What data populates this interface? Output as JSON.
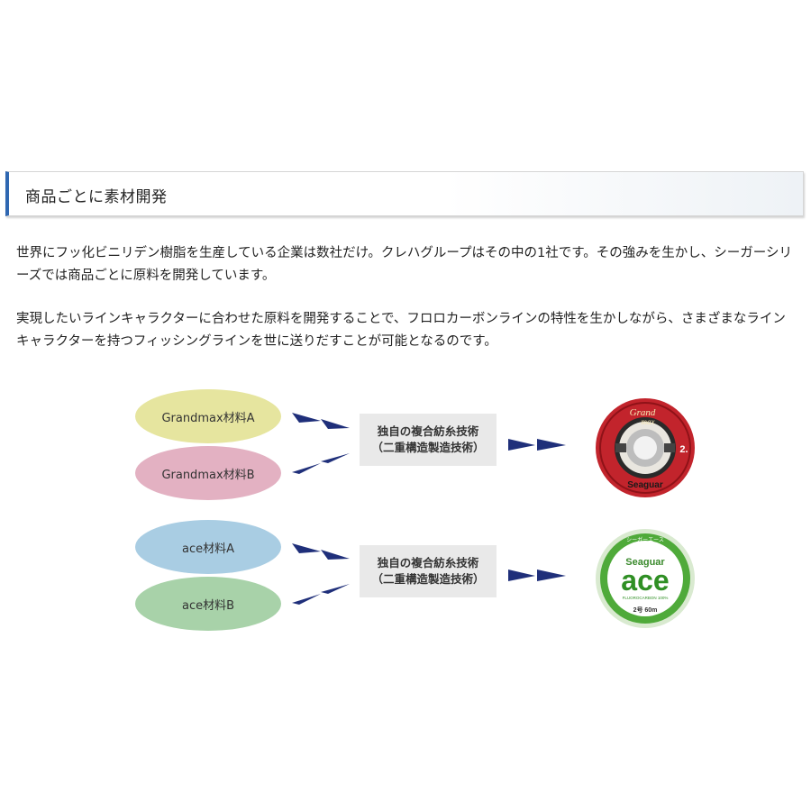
{
  "section": {
    "title": "商品ごとに素材開発"
  },
  "paragraphs": [
    "世界にフッ化ビニリデン樹脂を生産している企業は数社だけ。クレハグループはその中の1社です。その強みを生かし、シーガーシリーズでは商品ごとに原料を開発しています。",
    "実現したいラインキャラクターに合わせた原料を開発することで、フロロカーボンラインの特性を生かしながら、さまざまなラインキャラクターを持つフィッシングラインを世に送りだすことが可能となるのです。"
  ],
  "diagram": {
    "groups": [
      {
        "materials": [
          "Grandmax材料A",
          "Grandmax材料B"
        ],
        "process_line1": "独自の複合紡糸技術",
        "process_line2": "（二重構造製造技術）",
        "product": {
          "name_line1": "Grand",
          "name_line2": "max",
          "size": "2.",
          "brand": "Seaguar",
          "colors": {
            "outer": "#c2242c",
            "inner": "#e9e6df"
          }
        }
      },
      {
        "materials": [
          "ace材料A",
          "ace材料B"
        ],
        "process_line1": "独自の複合紡糸技術",
        "process_line2": "（二重構造製造技術）",
        "product": {
          "top_label": "シーガーエース",
          "brand": "Seaguar",
          "name": "ace",
          "sub": "FLUOROCARBON 100%",
          "spec": "2号 60m",
          "colors": {
            "outer": "#4faa3a",
            "inner": "#ffffff"
          }
        }
      }
    ],
    "colors": {
      "arrow": "#1f2f7a",
      "box": "#e9e9e9",
      "ellipse_grandmax_a": "#e6e59f",
      "ellipse_grandmax_b": "#e3b1c2",
      "ellipse_ace_a": "#a9cde3",
      "ellipse_ace_b": "#a8d2a9"
    }
  }
}
